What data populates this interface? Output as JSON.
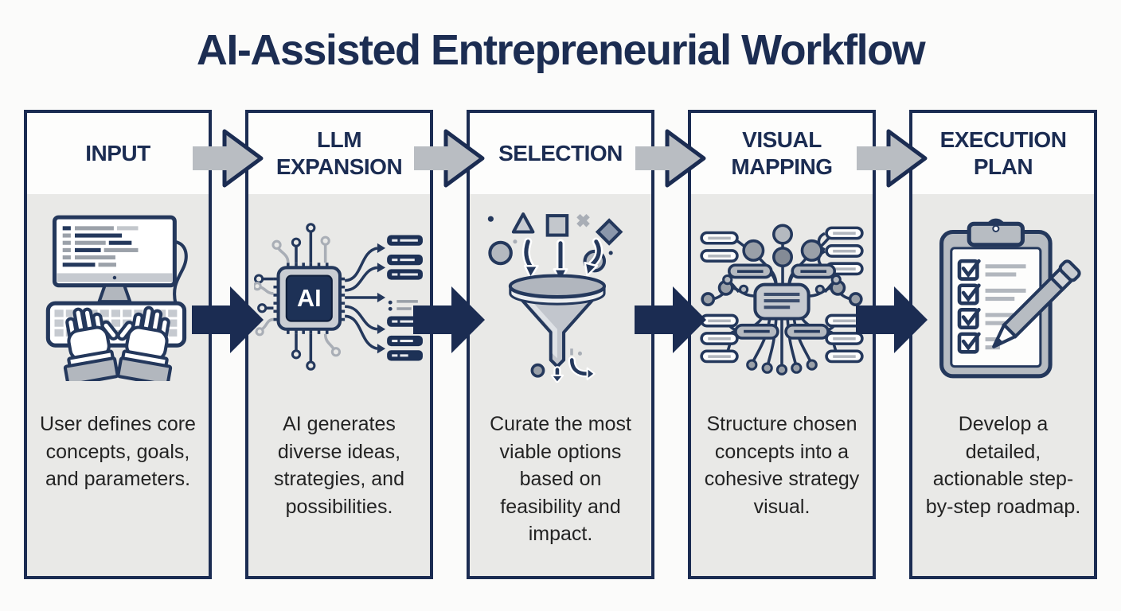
{
  "title": "AI-Assisted Entrepreneurial Workflow",
  "chip": {
    "label": "AI"
  },
  "steps": [
    {
      "label": "INPUT",
      "icon": "computer-typing-icon",
      "description": "User defines core concepts, goals, and parameters."
    },
    {
      "label": "LLM EXPANSION",
      "icon": "ai-chip-expansion-icon",
      "description": "AI generates diverse ideas, strategies, and possibilities."
    },
    {
      "label": "SELECTION",
      "icon": "funnel-filter-icon",
      "description": "Curate the most viable options based on feasibility and impact."
    },
    {
      "label": "VISUAL MAPPING",
      "icon": "mind-map-icon",
      "description": "Structure chosen concepts into a cohesive strategy visual."
    },
    {
      "label": "EXECUTION PLAN",
      "icon": "clipboard-checklist-icon",
      "description": "Develop a detailed, actionable step-by-step roadmap."
    }
  ],
  "colors": {
    "navy": "#1b2c52",
    "icon_navy": "#24385c",
    "arrow_gray": "#b9bdc2",
    "panel_header_bg": "#fdfdfc",
    "panel_body_bg": "#e9e9e7",
    "page_bg": "#fbfbfa",
    "description_text": "#232323"
  }
}
